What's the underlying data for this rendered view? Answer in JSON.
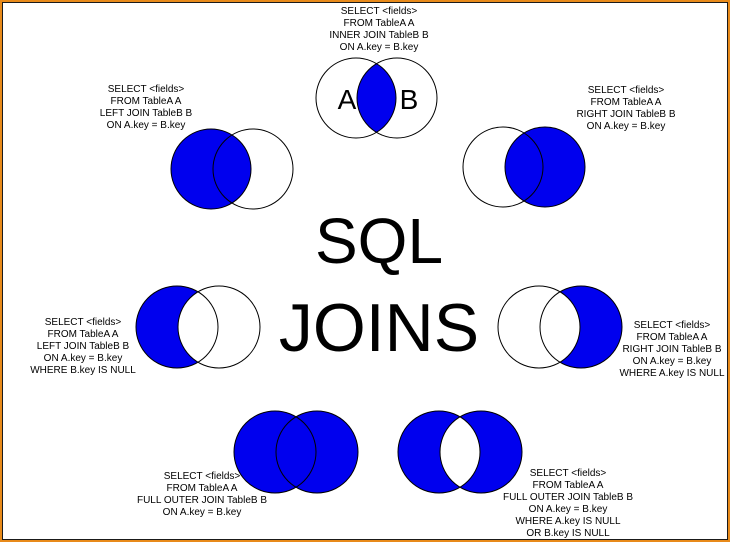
{
  "title": {
    "line1": "SQL",
    "line2": "JOINS"
  },
  "colors": {
    "fill": "#0000ee",
    "stroke": "#000000",
    "border": "#e88a1a"
  },
  "diagrams": [
    {
      "name": "inner-join",
      "labels": [
        "A",
        "B"
      ],
      "lines": [
        "SELECT <fields>",
        "FROM TableA  A",
        "INNER JOIN TableB  B",
        "ON A.key = B.key"
      ]
    },
    {
      "name": "left-join",
      "lines": [
        "SELECT <fields>",
        "FROM TableA  A",
        "LEFT JOIN TableB  B",
        "ON A.key = B.key"
      ]
    },
    {
      "name": "right-join",
      "lines": [
        "SELECT <fields>",
        "FROM TableA  A",
        "RIGHT JOIN TableB  B",
        "ON A.key = B.key"
      ]
    },
    {
      "name": "left-excluding-join",
      "lines": [
        "SELECT <fields>",
        "FROM TableA  A",
        "LEFT JOIN TableB  B",
        "ON A.key = B.key",
        "WHERE B.key IS NULL"
      ]
    },
    {
      "name": "right-excluding-join",
      "lines": [
        "SELECT <fields>",
        "FROM TableA  A",
        "RIGHT JOIN TableB  B",
        "ON A.key = B.key",
        "WHERE A.key IS NULL"
      ]
    },
    {
      "name": "full-outer-join",
      "lines": [
        "SELECT <fields>",
        "FROM TableA  A",
        "FULL OUTER JOIN TableB  B",
        "ON A.key = B.key"
      ]
    },
    {
      "name": "full-outer-excluding-join",
      "lines": [
        "SELECT <fields>",
        "FROM TableA  A",
        "FULL OUTER JOIN TableB  B",
        "ON A.key = B.key",
        "WHERE A.key IS NULL",
        "OR B.key IS NULL"
      ]
    }
  ]
}
